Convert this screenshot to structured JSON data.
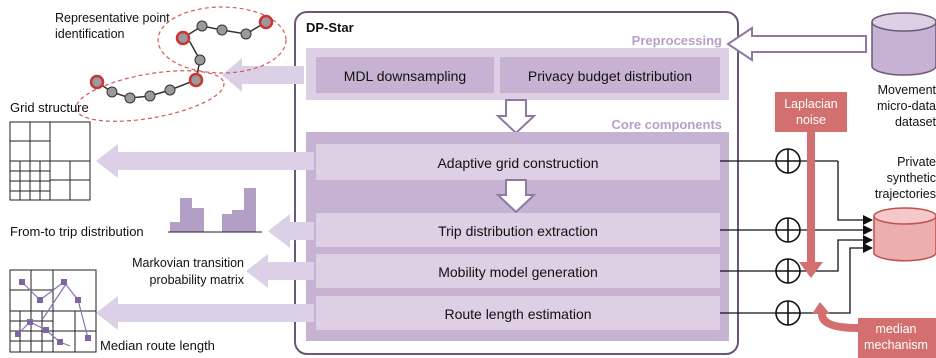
{
  "system": {
    "title": "DP-Star"
  },
  "preprocessing": {
    "section_label": "Preprocessing",
    "boxes": [
      "MDL downsampling",
      "Privacy budget distribution"
    ]
  },
  "core": {
    "section_label": "Core components",
    "boxes": [
      "Adaptive grid construction",
      "Trip distribution extraction",
      "Mobility model generation",
      "Route length estimation"
    ]
  },
  "left": {
    "representative_point": [
      "Representative point",
      "identification"
    ],
    "grid_structure": "Grid structure",
    "trip_distribution": "From-to trip distribution",
    "markovian": [
      "Markovian transition",
      "probability matrix"
    ],
    "median_route": "Median route length"
  },
  "right": {
    "input_db": [
      "Movement",
      "micro-data",
      "dataset"
    ],
    "output_db": [
      "Private",
      "synthetic",
      "trajectories"
    ],
    "laplacian": [
      "Laplacian",
      "noise"
    ],
    "median_mechanism": [
      "median",
      "mechanism"
    ]
  },
  "colors": {
    "frame": "#6b5878",
    "preproc_fill": "#ddd0e4",
    "box_fill": "#c6b3d3",
    "arrow_fill": "#dcd0e6",
    "section_label": "#b79fcb",
    "red": "#d36f6f",
    "red_dark": "#a84c4c"
  }
}
